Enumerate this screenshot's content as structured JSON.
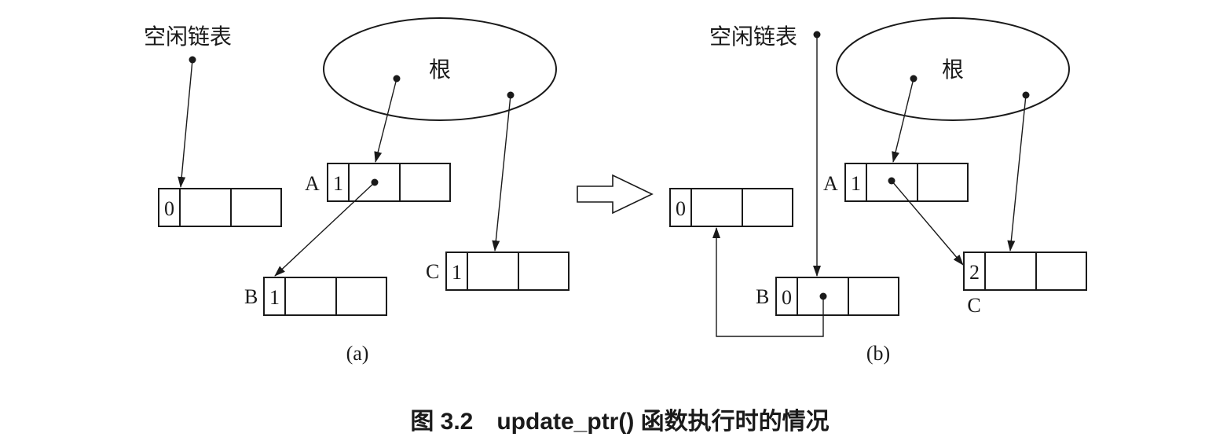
{
  "panel_a": {
    "free_list_label": "空闲链表",
    "root_label": "根",
    "free_obj_count": "0",
    "obj_a": {
      "name": "A",
      "count": "1"
    },
    "obj_b": {
      "name": "B",
      "count": "1"
    },
    "obj_c": {
      "name": "C",
      "count": "1"
    },
    "caption": "(a)"
  },
  "panel_b": {
    "free_list_label": "空闲链表",
    "root_label": "根",
    "free_obj_count": "0",
    "obj_a": {
      "name": "A",
      "count": "1"
    },
    "obj_b": {
      "name": "B",
      "count": "0"
    },
    "obj_c": {
      "name": "C",
      "count": "2"
    },
    "caption": "(b)"
  },
  "figure_caption": "图 3.2　update_ptr() 函数执行时的情况"
}
